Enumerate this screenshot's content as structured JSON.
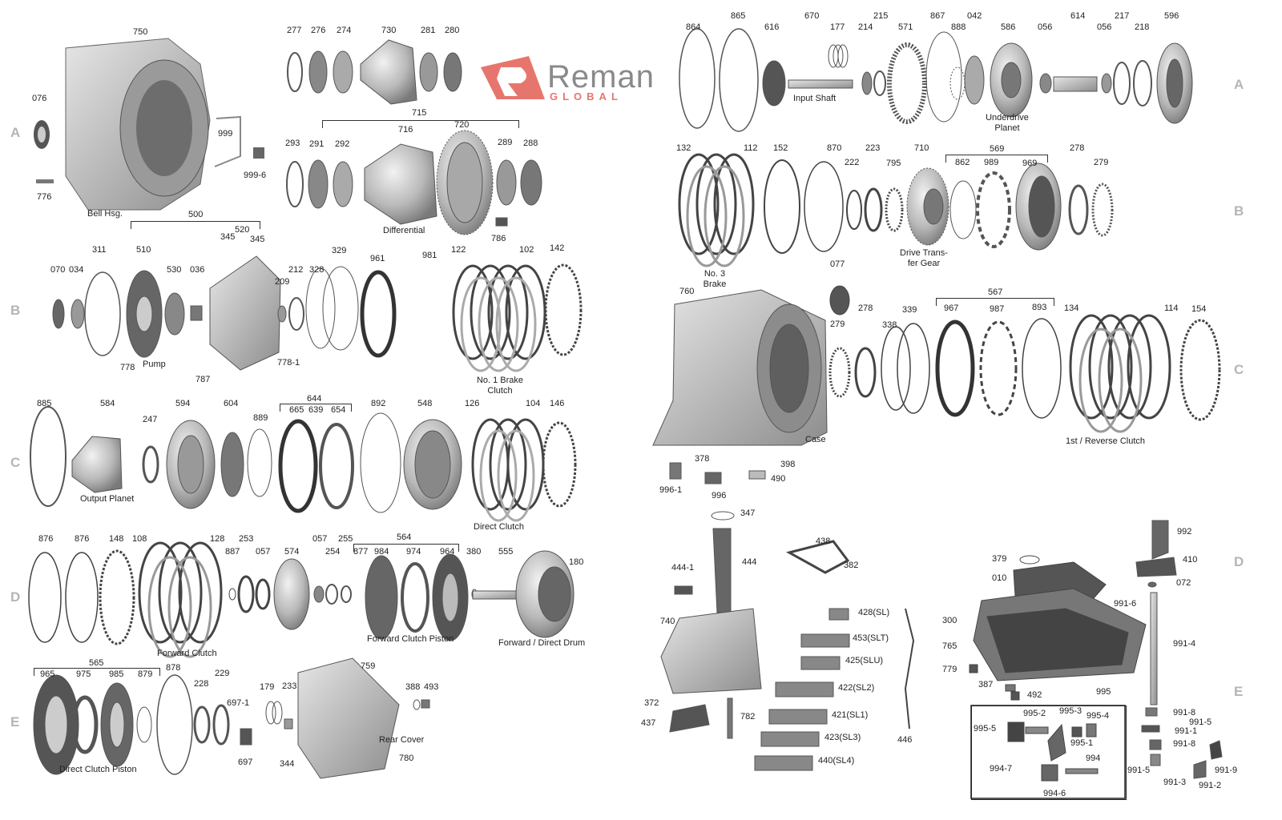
{
  "brand": {
    "name": "Reman",
    "sub": "GLOBAL",
    "colors": {
      "logo": "#e6766d",
      "text": "#8a8a8a",
      "rows": "#b5b5b5"
    }
  },
  "rows_left": [
    "A",
    "B",
    "C",
    "D",
    "E"
  ],
  "rows_right": [
    "A",
    "B",
    "C",
    "D",
    "E"
  ],
  "captions": {
    "bell": "Bell Hsg.",
    "differential": "Differential",
    "pump": "Pump",
    "no1brake": "No. 1 Brake Clutch",
    "outputplanet": "Output Planet",
    "directclutch": "Direct Clutch",
    "forwardclutch": "Forward Clutch",
    "fwdpiston": "Forward Clutch Piston",
    "fwddrum": "Forward / Direct Drum",
    "directpiston": "Direct Clutch Piston",
    "rearcover": "Rear Cover",
    "inputshaft": "Input Shaft",
    "underdrive": "Underdrive Planet",
    "no3brake": "No. 3 Brake",
    "drivetransfer": "Drive Trans- fer Gear",
    "case": "Case",
    "reverse": "1st / Reverse Clutch"
  },
  "parts": {
    "p750": "750",
    "p076": "076",
    "p776": "776",
    "p999": "999",
    "p9996": "999-6",
    "p277": "277",
    "p276": "276",
    "p274": "274",
    "p730": "730",
    "p281": "281",
    "p280": "280",
    "p715": "715",
    "p293": "293",
    "p291": "291",
    "p292": "292",
    "p716": "716",
    "p720": "720",
    "p289": "289",
    "p288": "288",
    "p786": "786",
    "p500": "500",
    "p311": "311",
    "p510": "510",
    "p345a": "345",
    "p520": "520",
    "p345b": "345",
    "p070": "070",
    "p034": "034",
    "p530": "530",
    "p036": "036",
    "p209": "209",
    "p212": "212",
    "p328": "328",
    "p329": "329",
    "p961": "961",
    "p981": "981",
    "p122": "122",
    "p102": "102",
    "p142": "142",
    "p778": "778",
    "p787": "787",
    "p7781": "778-1",
    "p885": "885",
    "p584": "584",
    "p247": "247",
    "p594": "594",
    "p604": "604",
    "p889": "889",
    "p644": "644",
    "p665": "665",
    "p639": "639",
    "p654": "654",
    "p892": "892",
    "p548": "548",
    "p126": "126",
    "p104": "104",
    "p146": "146",
    "p876a": "876",
    "p876b": "876",
    "p148": "148",
    "p108": "108",
    "p128": "128",
    "p887": "887",
    "p253": "253",
    "p057a": "057",
    "p574": "574",
    "p057b": "057",
    "p255": "255",
    "p254": "254",
    "p564": "564",
    "p877": "877",
    "p984": "984",
    "p974": "974",
    "p964": "964",
    "p380": "380",
    "p555": "555",
    "p180": "180",
    "p565": "565",
    "p965": "965",
    "p975": "975",
    "p985": "985",
    "p879": "879",
    "p878": "878",
    "p228": "228",
    "p229": "229",
    "p6971": "697-1",
    "p697": "697",
    "p179": "179",
    "p233": "233",
    "p344": "344",
    "p759": "759",
    "p388": "388",
    "p493": "493",
    "p780": "780",
    "p864": "864",
    "p865": "865",
    "p616": "616",
    "p670": "670",
    "p177": "177",
    "p214r": "214",
    "p215": "215",
    "p571": "571",
    "p867": "867",
    "p888": "888",
    "p042": "042",
    "p586": "586",
    "p056a": "056",
    "p614": "614",
    "p056b": "056",
    "p217": "217",
    "p218": "218",
    "p596": "596",
    "p132": "132",
    "p112": "112",
    "p152": "152",
    "p870": "870",
    "p222": "222",
    "p223": "223",
    "p795": "795",
    "p710": "710",
    "p569": "569",
    "p862": "862",
    "p989": "989",
    "p969": "969",
    "p278a": "278",
    "p279a": "279",
    "p077": "077",
    "p760": "760",
    "p279b": "279",
    "p278b": "278",
    "p338": "338",
    "p339": "339",
    "p567": "567",
    "p967": "967",
    "p987": "987",
    "p893": "893",
    "p134": "134",
    "p114": "114",
    "p154": "154",
    "p378": "378",
    "p398": "398",
    "p9961": "996-1",
    "p996": "996",
    "p490": "490",
    "p347": "347",
    "p4441": "444-1",
    "p444": "444",
    "p438": "438",
    "p382": "382",
    "p740": "740",
    "p428": "428(SL)",
    "p453": "453(SLT)",
    "p425": "425(SLU)",
    "p422": "422(SL2)",
    "p421": "421(SL1)",
    "p423": "423(SL3)",
    "p440": "440(SL4)",
    "p446": "446",
    "p372": "372",
    "p437": "437",
    "p782": "782",
    "p379": "379",
    "p010": "010",
    "p300": "300",
    "p765": "765",
    "p779": "779",
    "p387": "387",
    "p492": "492",
    "p995": "995",
    "p9952": "995-2",
    "p9953": "995-3",
    "p9955": "995-5",
    "p9954": "995-4",
    "p9951": "995-1",
    "p994": "994",
    "p9947": "994-7",
    "p9946": "994-6",
    "p992": "992",
    "p410": "410",
    "p072": "072",
    "p9916": "991-6",
    "p9914": "991-4",
    "p9918a": "991-8",
    "p9915": "991-5",
    "p9911": "991-1",
    "p9918b": "991-8",
    "p9915b": "991-5",
    "p9913": "991-3",
    "p9912": "991-2",
    "p9919": "991-9"
  }
}
